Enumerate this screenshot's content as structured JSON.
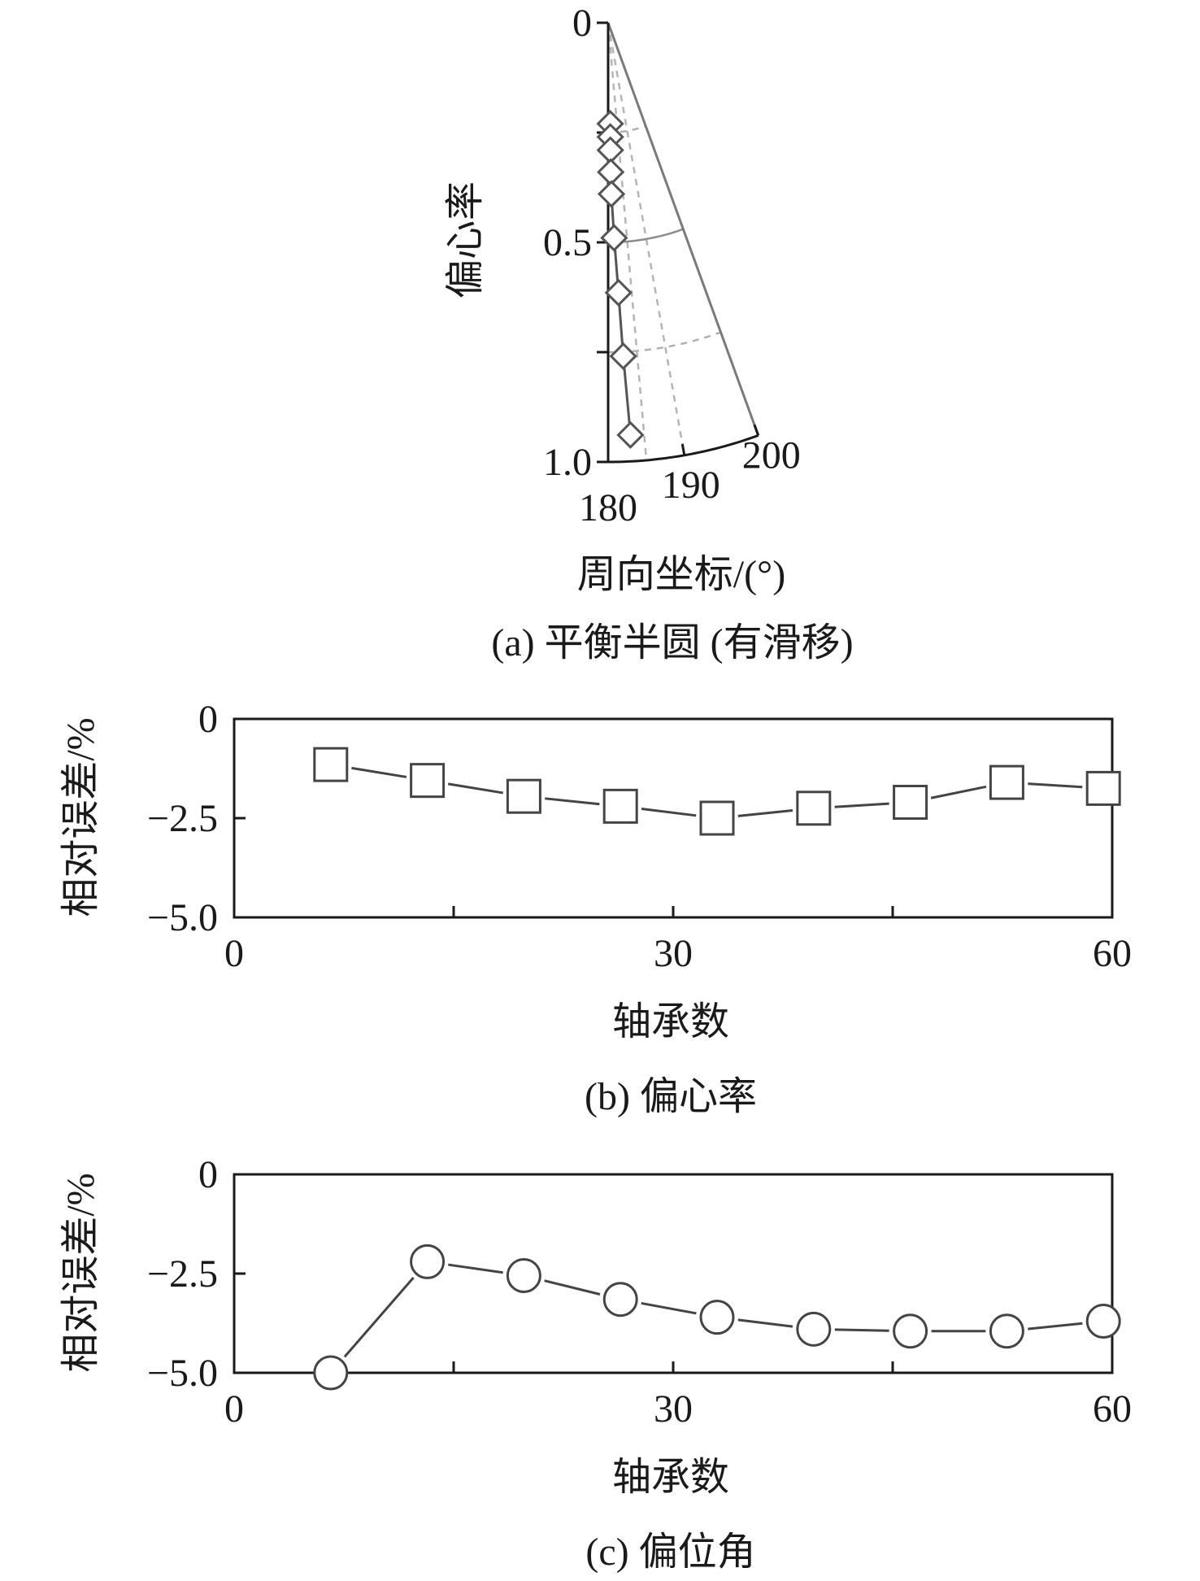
{
  "chart_data": [
    {
      "id": "a",
      "type": "scatter",
      "coordinate_system": "polar",
      "caption": "(a) 平衡半圆 (有滑移)",
      "ylabel": "偏心率",
      "xlabel": "周向坐标/(°)",
      "radius_range": [
        0,
        1.0
      ],
      "angle_range": [
        180,
        200
      ],
      "radius_ticks": [
        "0",
        "0.5",
        "1.0"
      ],
      "angle_ticks": [
        "180",
        "190",
        "200"
      ],
      "grid": true,
      "series": [
        {
          "marker": "diamond",
          "points": [
            {
              "e": 0.23,
              "theta": 181.2
            },
            {
              "e": 0.26,
              "theta": 181.1
            },
            {
              "e": 0.29,
              "theta": 181.0
            },
            {
              "e": 0.34,
              "theta": 181.0
            },
            {
              "e": 0.39,
              "theta": 181.1
            },
            {
              "e": 0.49,
              "theta": 181.6
            },
            {
              "e": 0.615,
              "theta": 182.2
            },
            {
              "e": 0.76,
              "theta": 182.6
            },
            {
              "e": 0.94,
              "theta": 183.1
            }
          ]
        }
      ]
    },
    {
      "id": "b",
      "type": "line",
      "caption": "(b) 偏心率",
      "xlabel": "轴承数",
      "ylabel": "相对误差/%",
      "xlim": [
        0,
        60
      ],
      "ylim": [
        -5.0,
        0
      ],
      "x_ticks": [
        "0",
        "30",
        "60"
      ],
      "y_ticks": [
        "0",
        "−2.5",
        "−5.0"
      ],
      "series": [
        {
          "marker": "square",
          "x": [
            6.6,
            13.2,
            19.8,
            26.4,
            33.0,
            39.6,
            46.2,
            52.8,
            59.4
          ],
          "y": [
            -1.15,
            -1.55,
            -1.95,
            -2.2,
            -2.5,
            -2.25,
            -2.1,
            -1.6,
            -1.75
          ]
        }
      ]
    },
    {
      "id": "c",
      "type": "line",
      "caption": "(c) 偏位角",
      "xlabel": "轴承数",
      "ylabel": "相对误差/%",
      "xlim": [
        0,
        60
      ],
      "ylim": [
        -5.0,
        0
      ],
      "x_ticks": [
        "0",
        "30",
        "60"
      ],
      "y_ticks": [
        "0",
        "−2.5",
        "−5.0"
      ],
      "series": [
        {
          "marker": "circle",
          "x": [
            6.6,
            13.2,
            19.8,
            26.4,
            33.0,
            39.6,
            46.2,
            52.8,
            59.4
          ],
          "y": [
            -5.0,
            -2.2,
            -2.55,
            -3.15,
            -3.6,
            -3.9,
            -3.95,
            -3.95,
            -3.7
          ]
        }
      ]
    }
  ]
}
